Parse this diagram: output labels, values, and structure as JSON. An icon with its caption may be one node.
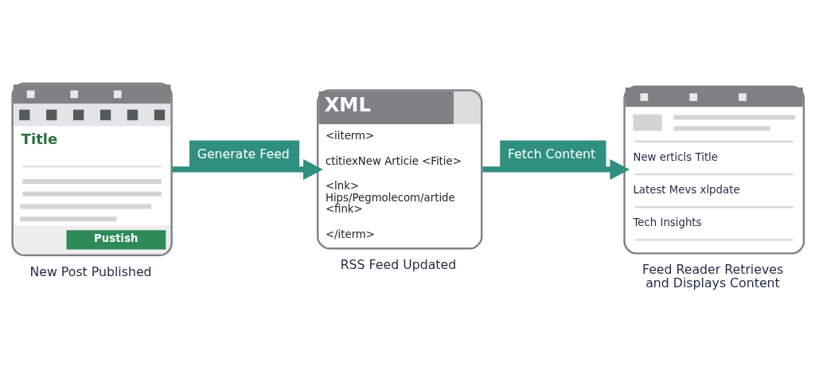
{
  "diagram": {
    "nodes": [
      {
        "text": [
          "Title",
          "Pustish"
        ],
        "beside": [
          "New Post Published"
        ]
      },
      {
        "text": [
          "XML",
          "<iiterm>",
          "ctitiexNew Articie <Fitie>",
          "<lnk> Hips/Pegmolecom/artide <fink>",
          "</iterm>"
        ],
        "beside": [
          "RSS Feed Updated"
        ]
      },
      {
        "text": [
          "New erticls Title",
          "Latest Mevs xlpdate",
          "Tech Insights"
        ],
        "beside": [
          "Feed Reader Retrieves and Displays Content"
        ]
      }
    ],
    "edges": [
      {
        "from": 0,
        "to": 1,
        "arrow": "to",
        "label": "Generate Feed"
      },
      {
        "from": 1,
        "to": 2,
        "arrow": "to",
        "label": "Fetch Content"
      }
    ]
  }
}
